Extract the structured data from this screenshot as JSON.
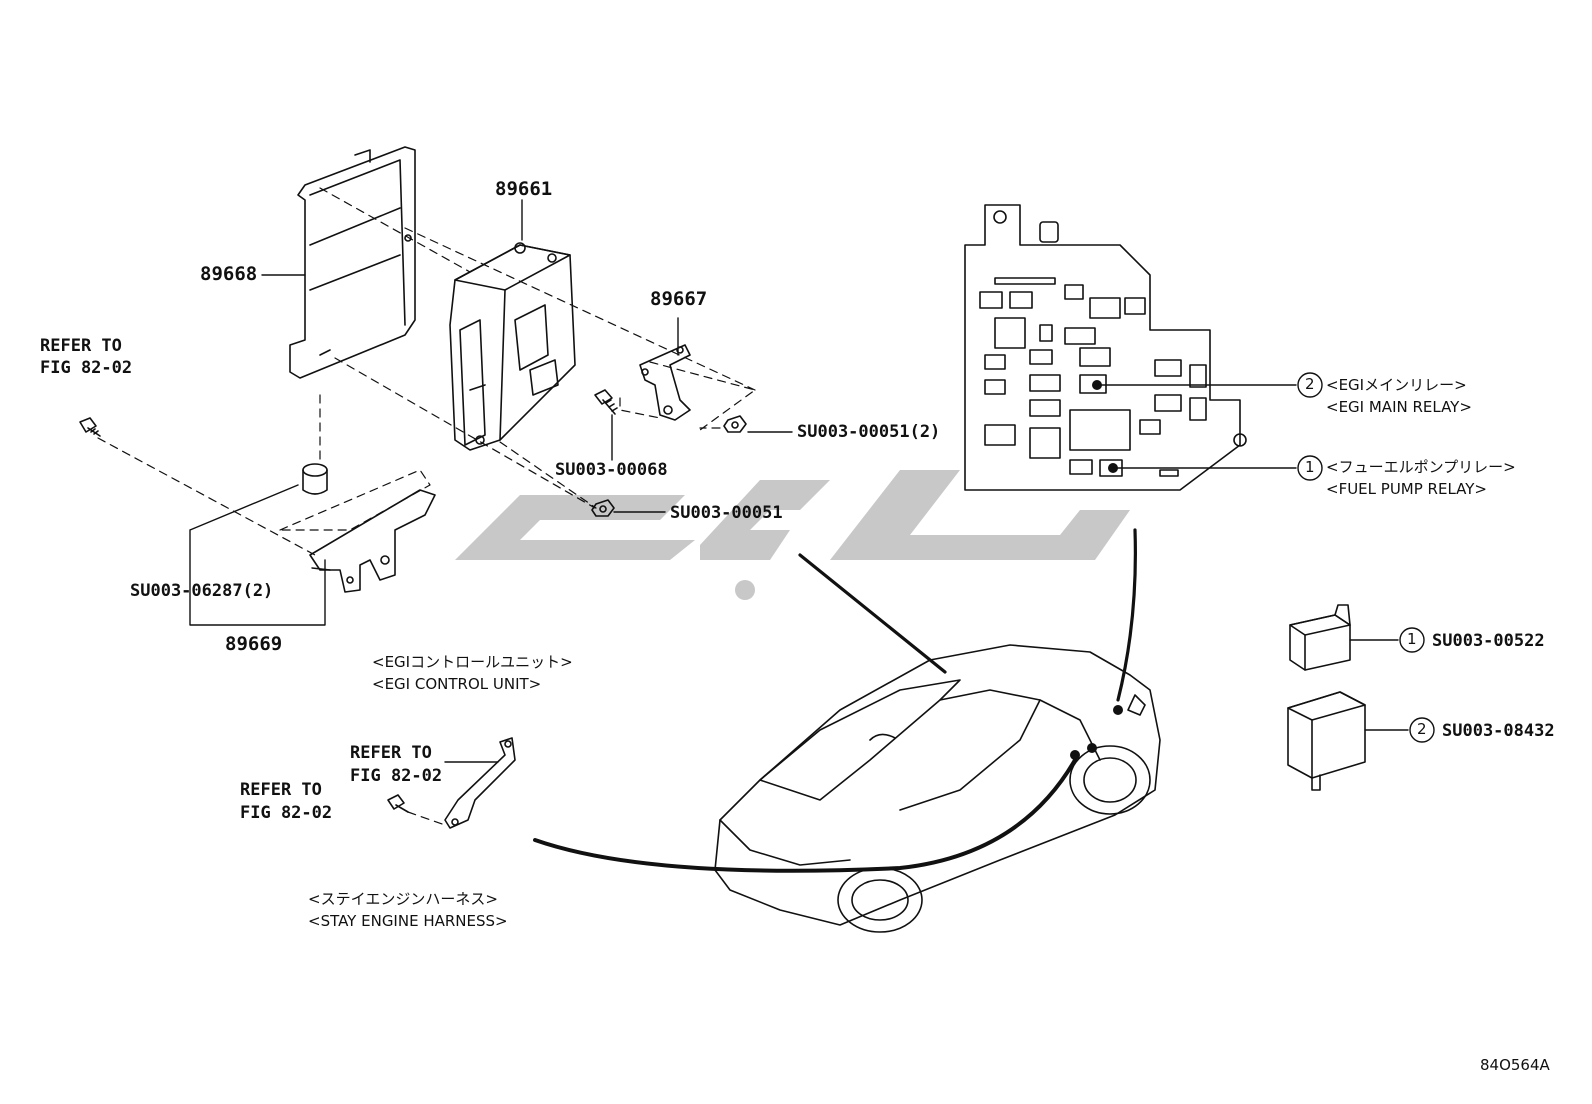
{
  "diagram": {
    "figure_code": "84O564A",
    "parts": {
      "p89661": "89661",
      "p89668": "89668",
      "p89667": "89667",
      "p89669": "89669",
      "su_00068": "SU003-00068",
      "su_00051_2": "SU003-00051(2)",
      "su_00051": "SU003-00051",
      "su_06287_2": "SU003-06287(2)",
      "su_00522": "SU003-00522",
      "su_08432": "SU003-08432"
    },
    "refer_top": {
      "line1": "REFER TO",
      "line2": "FIG 82-02"
    },
    "refer_stay_a": {
      "line1": "REFER TO",
      "line2": "FIG 82-02"
    },
    "refer_stay_b": {
      "line1": "REFER TO",
      "line2": "FIG 82-02"
    },
    "captions": {
      "egi_control_jp": "<EGIコントロールユニット>",
      "egi_control_en": "<EGI CONTROL UNIT>",
      "stay_jp": "<ステイエンジンハーネス>",
      "stay_en": "<STAY ENGINE HARNESS>",
      "main_relay_jp": "<EGIメインリレー>",
      "main_relay_en": "<EGI MAIN RELAY>",
      "fuel_relay_jp": "<フューエルポンプリレー>",
      "fuel_relay_en": "<FUEL PUMP RELAY>"
    },
    "callouts": {
      "one": "1",
      "two": "2"
    }
  }
}
